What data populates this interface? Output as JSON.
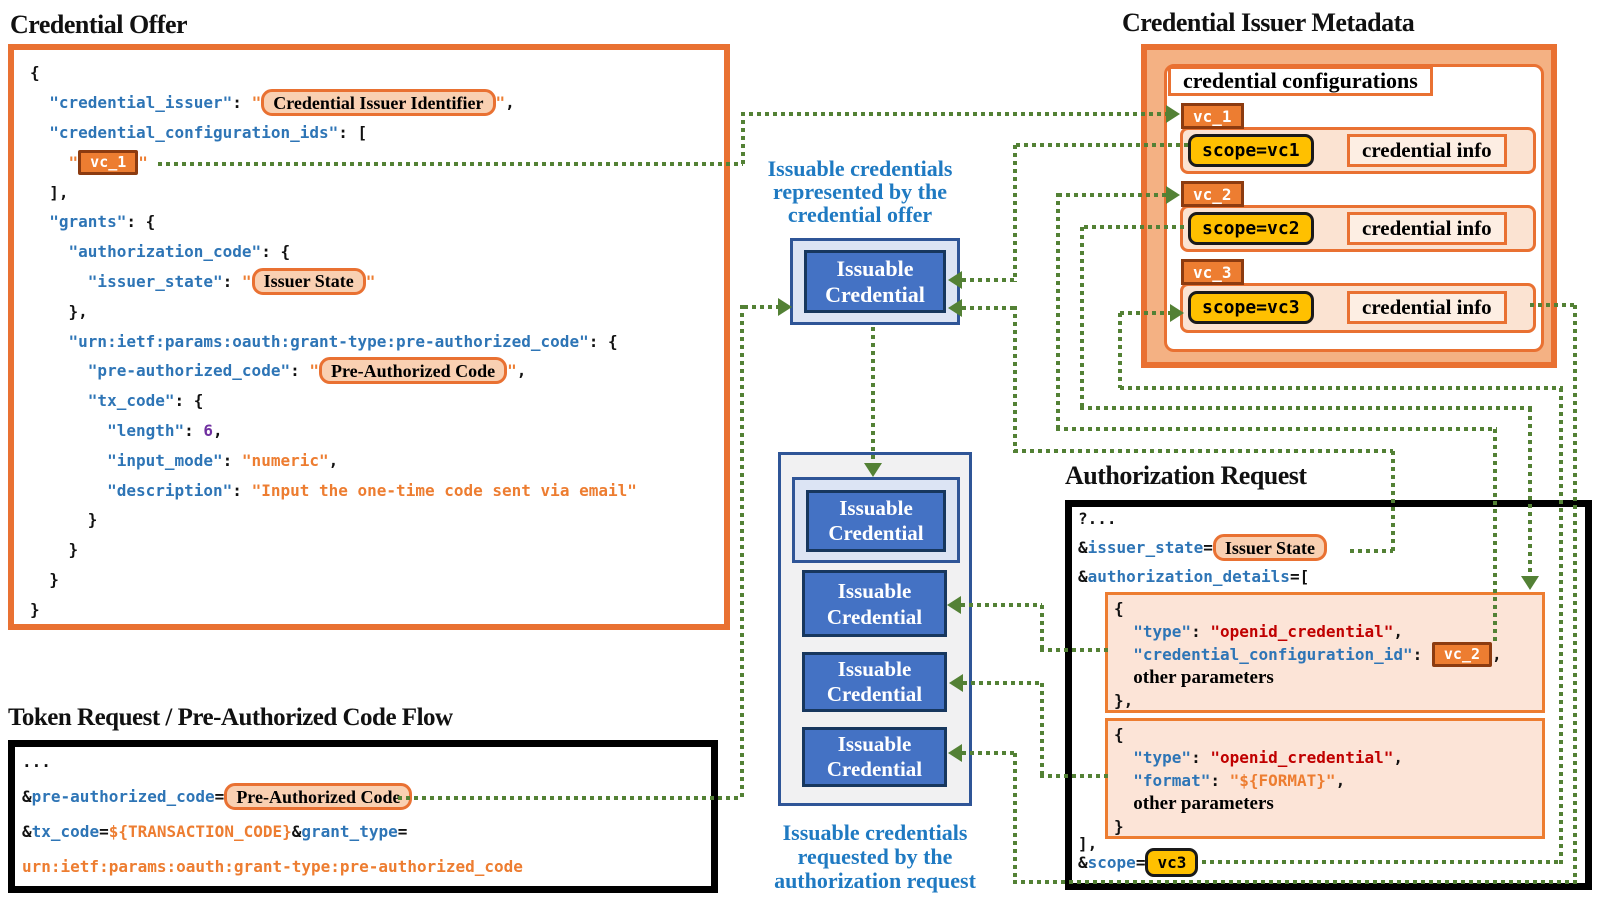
{
  "titles": {
    "offer": "Credential Offer",
    "metadata": "Credential Issuer Metadata",
    "auth": "Authorization Request",
    "token": "Token Request / Pre-Authorized Code Flow"
  },
  "captions": {
    "top": [
      "Issuable credentials",
      "represented by the",
      "credential offer"
    ],
    "bottom": [
      "Issuable credentials",
      "requested by the",
      "authorization request"
    ]
  },
  "ic": {
    "l1": "Issuable",
    "l2": "Credential"
  },
  "metadata": {
    "config_label": "credential configurations",
    "rows": [
      {
        "tag": "vc_1",
        "scope": "scope=vc1",
        "info": "credential info"
      },
      {
        "tag": "vc_2",
        "scope": "scope=vc2",
        "info": "credential info"
      },
      {
        "tag": "vc_3",
        "scope": "scope=vc3",
        "info": "credential info"
      }
    ]
  },
  "offer_code": [
    [
      [
        "p",
        "{"
      ]
    ],
    [
      [
        "p",
        "  "
      ],
      [
        "k",
        "\"credential_issuer\""
      ],
      [
        "p",
        ": "
      ],
      [
        "s",
        "\""
      ],
      [
        "chipL",
        "Credential Issuer Identifier"
      ],
      [
        "s",
        "\""
      ],
      [
        "p",
        ","
      ]
    ],
    [
      [
        "p",
        "  "
      ],
      [
        "k",
        "\"credential_configuration_ids\""
      ],
      [
        "p",
        ": ["
      ]
    ],
    [
      [
        "p",
        "    "
      ],
      [
        "s",
        "\""
      ],
      [
        "chipV",
        "vc_1"
      ],
      [
        "s",
        "\""
      ]
    ],
    [
      [
        "p",
        "  ],"
      ]
    ],
    [
      [
        "p",
        "  "
      ],
      [
        "k",
        "\"grants\""
      ],
      [
        "p",
        ": {"
      ]
    ],
    [
      [
        "p",
        "    "
      ],
      [
        "k",
        "\"authorization_code\""
      ],
      [
        "p",
        ": {"
      ]
    ],
    [
      [
        "p",
        "      "
      ],
      [
        "k",
        "\"issuer_state\""
      ],
      [
        "p",
        ": "
      ],
      [
        "s",
        "\""
      ],
      [
        "chipL",
        "Issuer State"
      ],
      [
        "s",
        "\""
      ]
    ],
    [
      [
        "p",
        "    },"
      ]
    ],
    [
      [
        "p",
        "    "
      ],
      [
        "k",
        "\"urn:ietf:params:oauth:grant-type:pre-authorized_code\""
      ],
      [
        "p",
        ": {"
      ]
    ],
    [
      [
        "p",
        "      "
      ],
      [
        "k",
        "\"pre-authorized_code\""
      ],
      [
        "p",
        ": "
      ],
      [
        "s",
        "\""
      ],
      [
        "chipL",
        "Pre-Authorized Code"
      ],
      [
        "s",
        "\""
      ],
      [
        "p",
        ","
      ]
    ],
    [
      [
        "p",
        "      "
      ],
      [
        "k",
        "\"tx_code\""
      ],
      [
        "p",
        ": {"
      ]
    ],
    [
      [
        "p",
        "        "
      ],
      [
        "k",
        "\"length\""
      ],
      [
        "p",
        ": "
      ],
      [
        "n",
        "6"
      ],
      [
        "p",
        ","
      ]
    ],
    [
      [
        "p",
        "        "
      ],
      [
        "k",
        "\"input_mode\""
      ],
      [
        "p",
        ": "
      ],
      [
        "s",
        "\"numeric\""
      ],
      [
        "p",
        ","
      ]
    ],
    [
      [
        "p",
        "        "
      ],
      [
        "k",
        "\"description\""
      ],
      [
        "p",
        ": "
      ],
      [
        "s",
        "\"Input the one-time code sent via email\""
      ]
    ],
    [
      [
        "p",
        "      }"
      ]
    ],
    [
      [
        "p",
        "    }"
      ]
    ],
    [
      [
        "p",
        "  }"
      ]
    ],
    [
      [
        "p",
        "}"
      ]
    ]
  ],
  "auth_head": [
    [
      [
        "p",
        "?..."
      ]
    ],
    [
      [
        "p",
        "&"
      ],
      [
        "k",
        "issuer_state"
      ],
      [
        "p",
        "="
      ],
      [
        "chipL",
        "Issuer State"
      ]
    ],
    [
      [
        "p",
        "&"
      ],
      [
        "k",
        "authorization_details"
      ],
      [
        "p",
        "=["
      ]
    ]
  ],
  "auth_box1": [
    [
      [
        "p",
        "{"
      ]
    ],
    [
      [
        "p",
        "  "
      ],
      [
        "k",
        "\"type\""
      ],
      [
        "p",
        ": "
      ],
      [
        "r",
        "\"openid_credential\""
      ],
      [
        "p",
        ","
      ]
    ],
    [
      [
        "p",
        "  "
      ],
      [
        "k",
        "\"credential_configuration_id\""
      ],
      [
        "p",
        ": "
      ],
      [
        "chipV",
        "vc_2"
      ],
      [
        "p",
        ","
      ]
    ],
    [
      [
        "p",
        "  "
      ],
      [
        "serif",
        "other parameters"
      ]
    ],
    [
      [
        "p",
        "},"
      ]
    ]
  ],
  "auth_box2": [
    [
      [
        "p",
        "{"
      ]
    ],
    [
      [
        "p",
        "  "
      ],
      [
        "k",
        "\"type\""
      ],
      [
        "p",
        ": "
      ],
      [
        "r",
        "\"openid_credential\""
      ],
      [
        "p",
        ","
      ]
    ],
    [
      [
        "p",
        "  "
      ],
      [
        "k",
        "\"format\""
      ],
      [
        "p",
        ": "
      ],
      [
        "s",
        "\"${FORMAT}\""
      ],
      [
        "p",
        ","
      ]
    ],
    [
      [
        "p",
        "  "
      ],
      [
        "serif",
        "other parameters"
      ]
    ],
    [
      [
        "p",
        "}"
      ]
    ]
  ],
  "auth_tail1": [
    [
      [
        "p",
        "],"
      ]
    ]
  ],
  "auth_tail2": [
    [
      [
        "p",
        "&"
      ],
      [
        "k",
        "scope"
      ],
      [
        "p",
        "="
      ],
      [
        "chipG",
        "vc3"
      ]
    ]
  ],
  "token_code": [
    [
      [
        "p",
        "..."
      ]
    ],
    [
      [
        "p",
        "&"
      ],
      [
        "k",
        "pre-authorized_code"
      ],
      [
        "p",
        "="
      ],
      [
        "chipL",
        "Pre-Authorized Code"
      ]
    ],
    [
      [
        "p",
        "&"
      ],
      [
        "k",
        "tx_code"
      ],
      [
        "p",
        "="
      ],
      [
        "s",
        "${TRANSACTION_CODE}"
      ],
      [
        "p",
        "&"
      ],
      [
        "k",
        "grant_type"
      ],
      [
        "p",
        "="
      ]
    ],
    [
      [
        "s",
        "urn:ietf:params:oauth:grant-type:pre-authorized_code"
      ]
    ]
  ],
  "colors": {
    "accent_orange": "#e97132",
    "string_orange": "#ed7d31",
    "key_blue": "#2e75b6",
    "caption_blue": "#1f7ac2",
    "red_value": "#c00000",
    "purple_number": "#7030a0",
    "connector_green": "#538135",
    "gold_chip": "#ffc000",
    "ic_fill": "#4472c4",
    "ic_border": "#17375e",
    "metadata_fill": "#f4b183"
  }
}
